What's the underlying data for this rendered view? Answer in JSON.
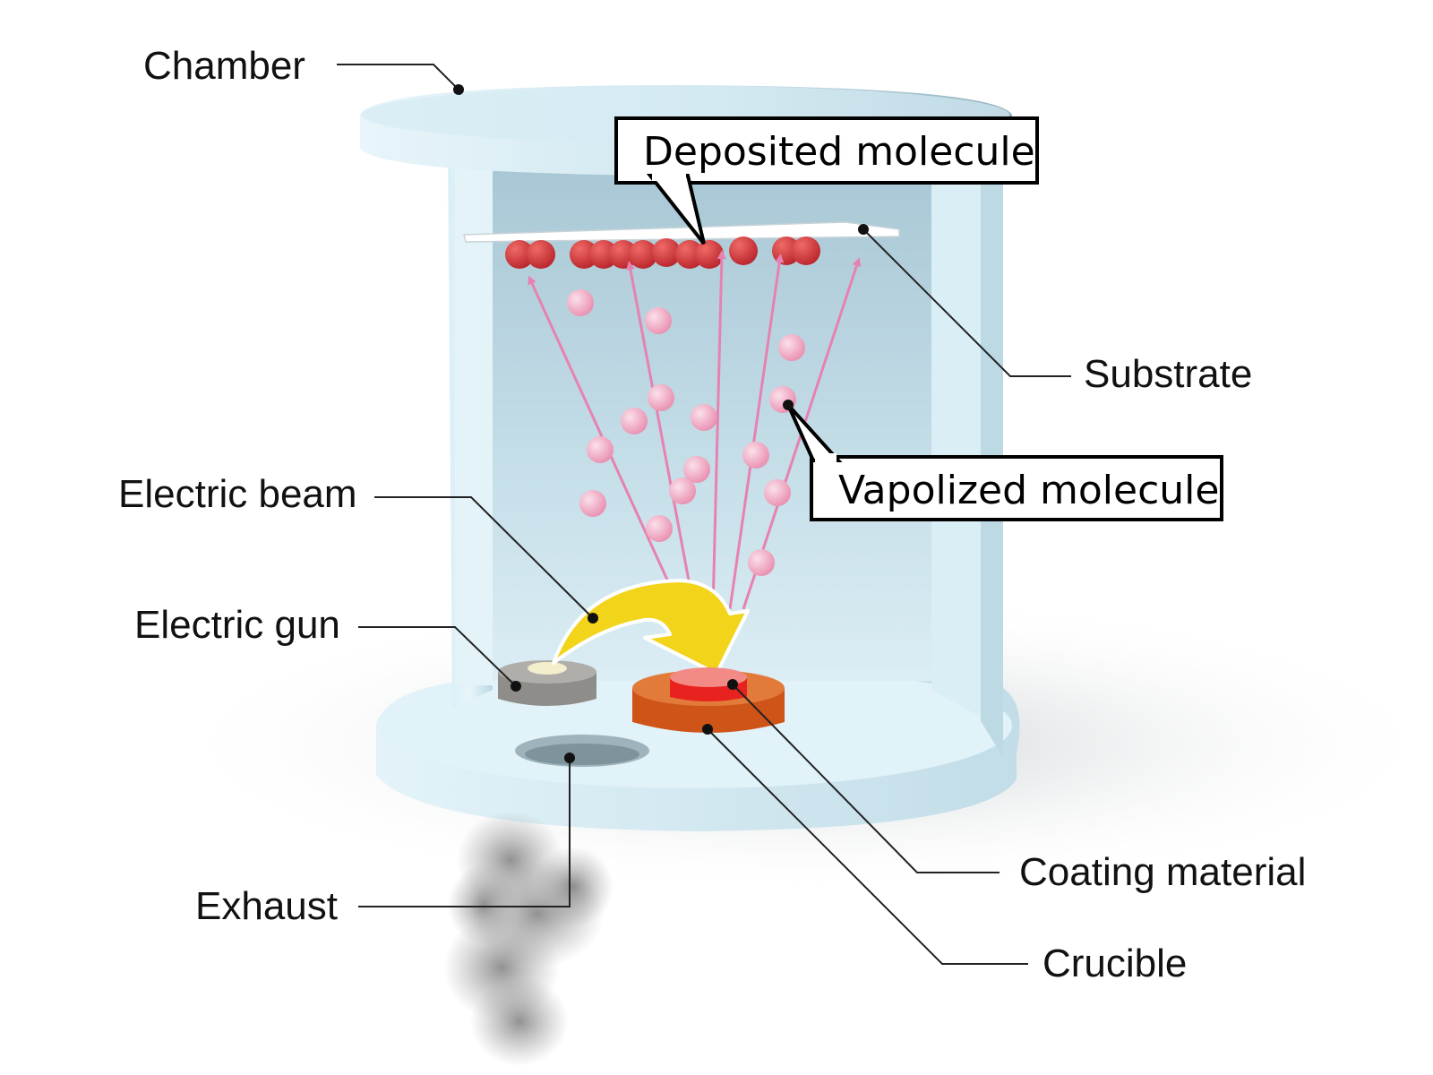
{
  "labels": {
    "chamber": "Chamber",
    "deposited_molecule": "Deposited molecule",
    "substrate": "Substrate",
    "vapolized_molecule": "Vapolized molecule",
    "electric_beam": "Electric beam",
    "electric_gun": "Electric gun",
    "exhaust": "Exhaust",
    "coating_material": "Coating material",
    "crucible": "Crucible"
  },
  "colors": {
    "chamber_light": "#e4f3f8",
    "chamber_mid": "#c9e4ee",
    "chamber_dark": "#9fc3d1",
    "interior": "#b8d3df",
    "deposited_molecule": "#d63a3f",
    "vapor_molecule": "#f0a8c2",
    "trajectory_arrow": "#e682b0",
    "beam_arrow": "#f2d41a",
    "crucible": "#d8591e",
    "coating_material": "#f07a7a",
    "gun": "#9a9894",
    "exhaust_smoke": "#8e8e8e"
  }
}
